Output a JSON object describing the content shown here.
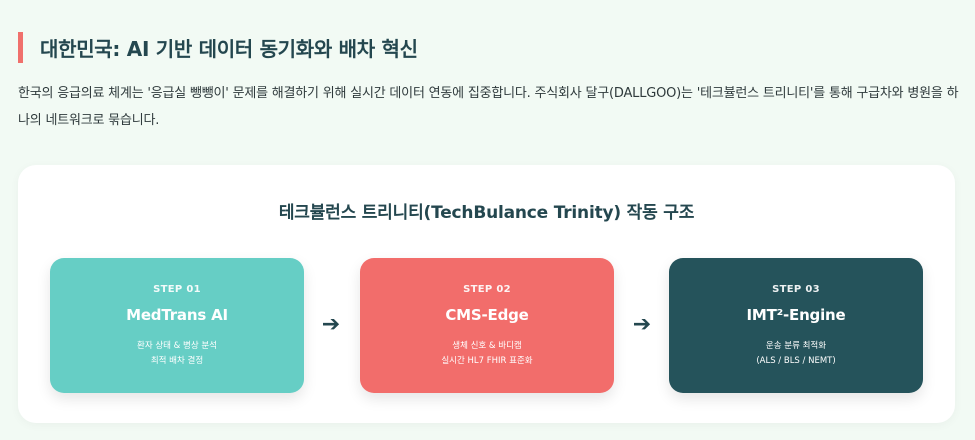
{
  "section": {
    "title": "대한민국: AI 기반 데이터 동기화와 배차 혁신",
    "intro": "한국의 응급의료 체계는 '응급실 뺑뺑이' 문제를 해결하기 위해 실시간 데이터 연동에 집중합니다. 주식회사 달구(DALLGOO)는 '테크뷸런스 트리니티'를 통해 구급차와 병원을 하나의 네트워크로 묶습니다."
  },
  "trinity": {
    "title": "테크뷸런스 트리니티(TechBulance Trinity) 작동 구조",
    "arrow_glyph": "➔",
    "steps": [
      {
        "label": "STEP 01",
        "name": "MedTrans AI",
        "desc": [
          "환자 상태 & 병상 분석",
          "최적 배차 결정"
        ],
        "color": "#66cec5"
      },
      {
        "label": "STEP 02",
        "name": "CMS-Edge",
        "desc": [
          "생체 신호 & 바디캠",
          "실시간 HL7 FHIR 표준화"
        ],
        "color": "#f26d6b"
      },
      {
        "label": "STEP 03",
        "name": "IMT²-Engine",
        "desc": [
          "운송 분류 최적화",
          "(ALS / BLS / NEMT)"
        ],
        "color": "#25535b"
      }
    ]
  },
  "colors": {
    "accent_bar": "#f0706c",
    "background": "#f2faf4",
    "heading": "#24474f"
  }
}
